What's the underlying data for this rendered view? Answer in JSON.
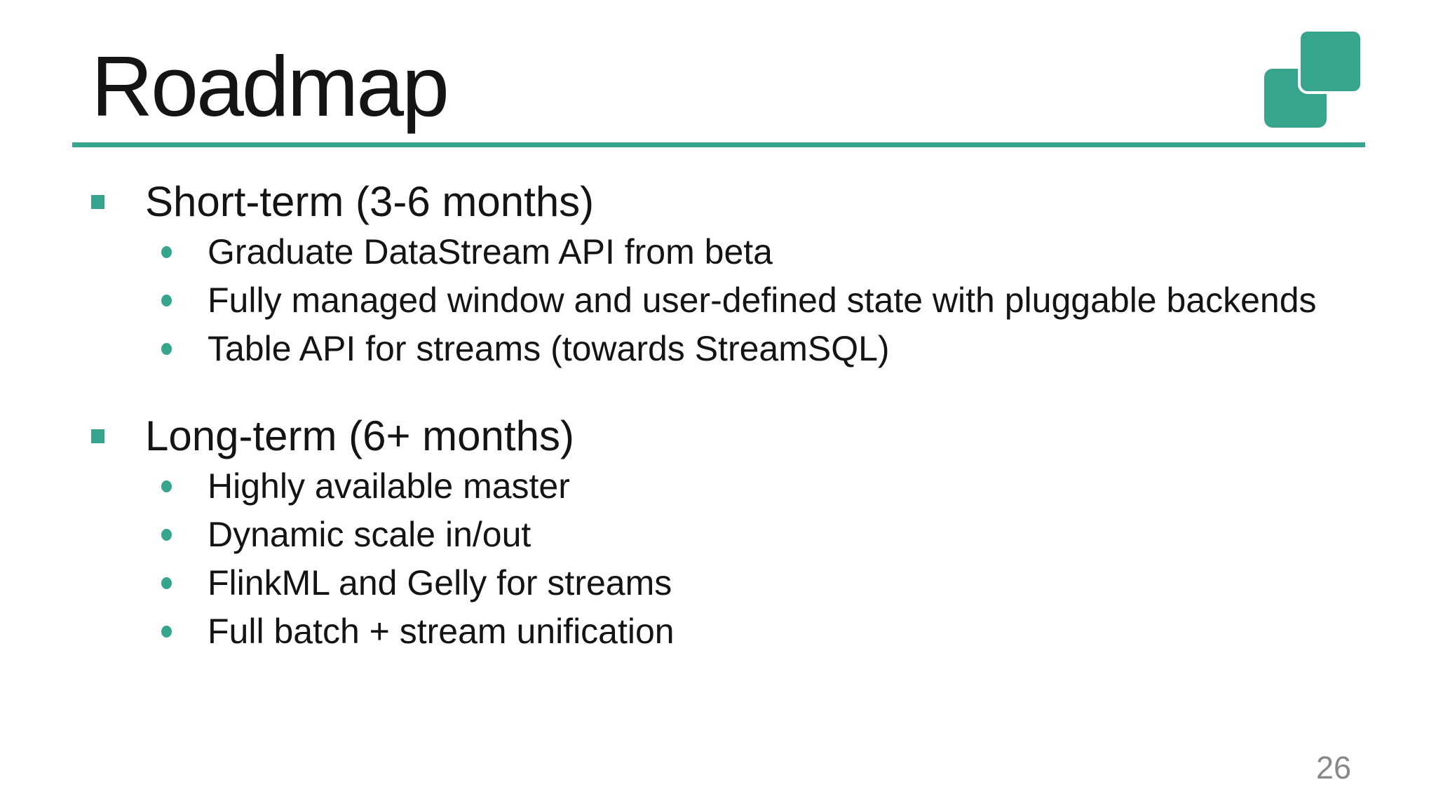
{
  "slide": {
    "title": "Roadmap",
    "page_number": "26",
    "logo_icon": "overlapping-squares-logo",
    "colors": {
      "accent": "#37A58E",
      "text": "#141414",
      "page_number": "#88878C",
      "background": "#FFFFFF"
    },
    "sections": [
      {
        "heading": "Short-term (3-6 months)",
        "items": [
          "Graduate DataStream API from beta",
          "Fully managed window and user-defined state with pluggable backends",
          "Table API for streams (towards StreamSQL)"
        ]
      },
      {
        "heading": "Long-term (6+ months)",
        "items": [
          "Highly available master",
          "Dynamic scale in/out",
          "FlinkML and Gelly for streams",
          "Full batch + stream unification"
        ]
      }
    ]
  }
}
